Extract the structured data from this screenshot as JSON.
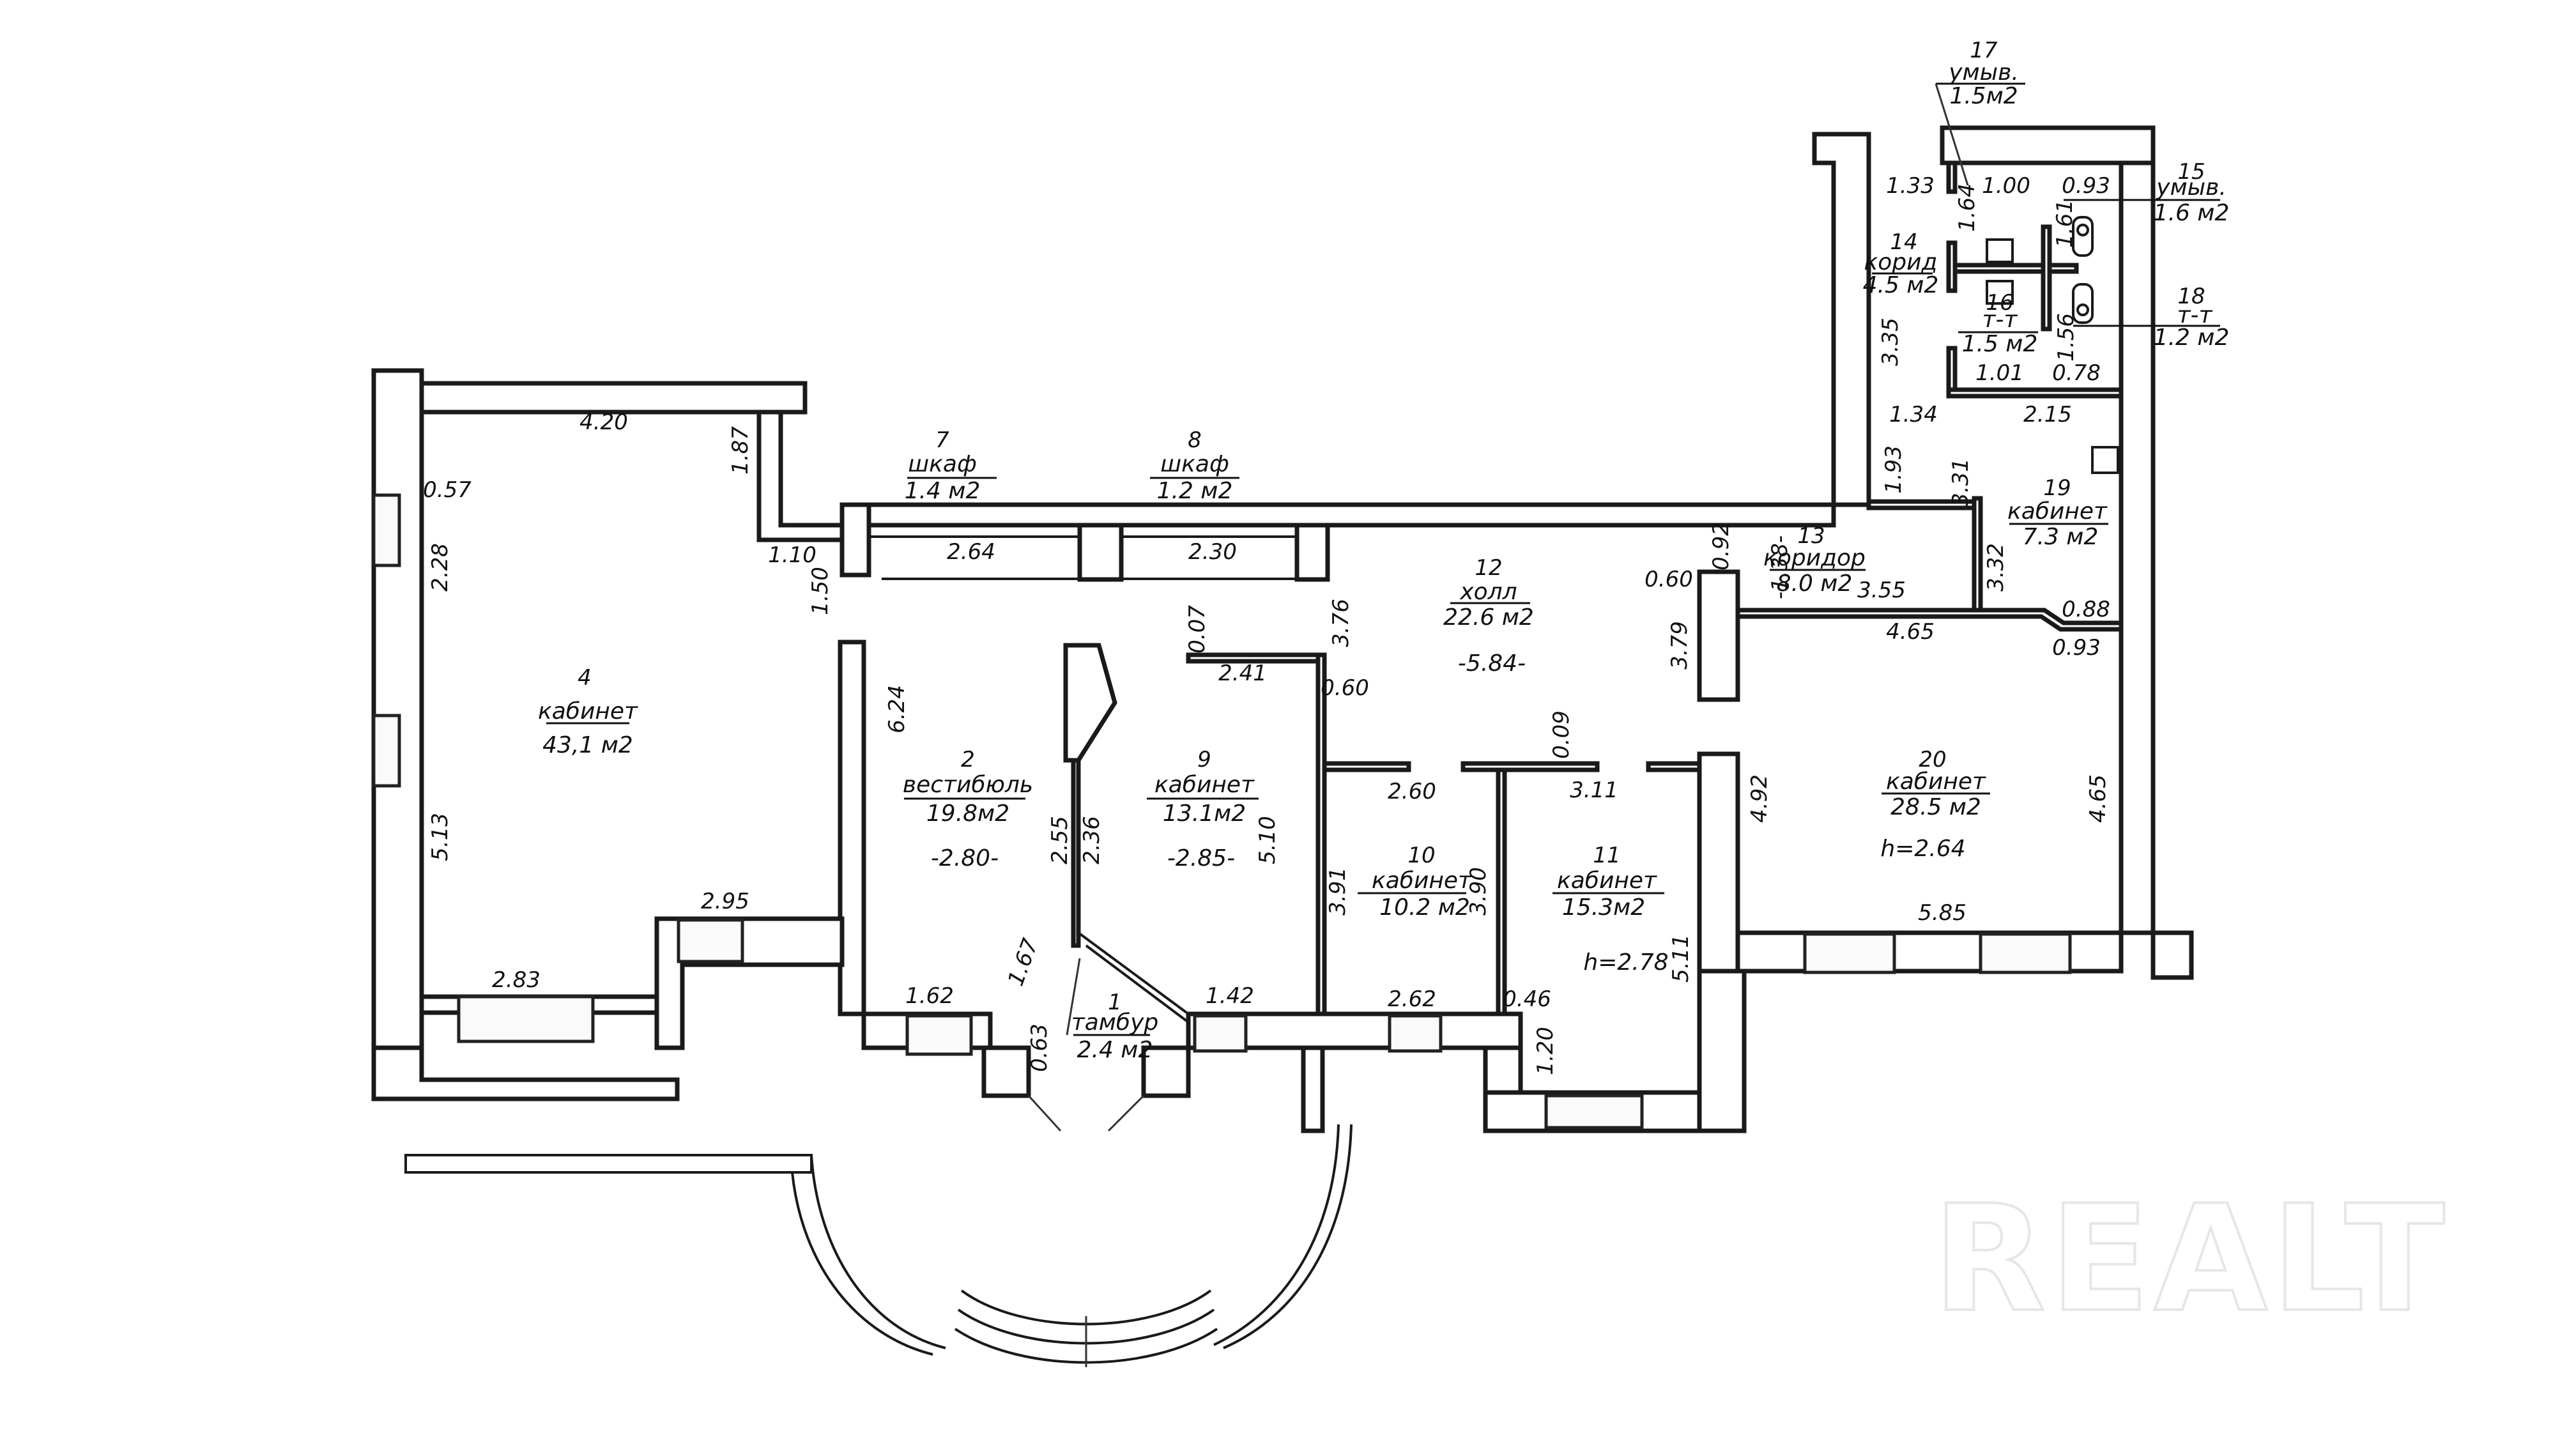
{
  "watermark": "REALT",
  "rooms": [
    {
      "id": "1",
      "name": "тамбур",
      "area": "2.4 м2"
    },
    {
      "id": "2",
      "name": "вестибюль",
      "area": "19.8м2",
      "height": "-2.80-"
    },
    {
      "id": "4",
      "name": "кабинет",
      "area": "43,1 м2"
    },
    {
      "id": "7",
      "name": "шкаф",
      "area": "1.4 м2"
    },
    {
      "id": "8",
      "name": "шкаф",
      "area": "1.2 м2"
    },
    {
      "id": "9",
      "name": "кабинет",
      "area": "13.1м2",
      "height": "-2.85-"
    },
    {
      "id": "10",
      "name": "кабинет",
      "area": "10.2 м2"
    },
    {
      "id": "11",
      "name": "кабинет",
      "area": "15.3м2",
      "height": "h=2.78"
    },
    {
      "id": "12",
      "name": "холл",
      "area": "22.6 м2",
      "height": "-5.84-"
    },
    {
      "id": "13",
      "name": "коридор",
      "area": "8.0 м2",
      "height": "-1.38-"
    },
    {
      "id": "14",
      "name": "корид",
      "area": "4.5 м2"
    },
    {
      "id": "15",
      "name": "умыв.",
      "area": "1.6 м2"
    },
    {
      "id": "16",
      "name": "т-т",
      "area": "1.5 м2"
    },
    {
      "id": "17",
      "name": "умыв.",
      "area": "1.5м2"
    },
    {
      "id": "18",
      "name": "т-т",
      "area": "1.2 м2"
    },
    {
      "id": "19",
      "name": "кабинет",
      "area": "7.3 м2"
    },
    {
      "id": "20",
      "name": "кабинет",
      "area": "28.5 м2",
      "height": "h=2.64"
    }
  ],
  "dimensions": {
    "r4_top": "4.20",
    "r4_niche": "0.57",
    "r4_left_upper": "2.28",
    "r4_left_lower": "5.13",
    "r4_bottom": "2.83",
    "r4_step": "2.95",
    "r4_right_upper": "1.87",
    "r4_jog": "1.10",
    "r4_door": "1.50",
    "r7_len": "2.64",
    "r8_len": "2.30",
    "r2_left": "6.24",
    "r2_bottom": "1.62",
    "r2_diag": "1.67",
    "r2_right": "2.55",
    "r1_side": "0.63",
    "r9_left": "2.36",
    "r9_right": "5.10",
    "r9_top": "2.41",
    "r9_stub": "0.07",
    "r9_bottom": "1.42",
    "r12_left": "3.76",
    "r12_left_wall": "0.60",
    "r12_stub": "0.09",
    "r12_right": "3.79",
    "r12_pier": "0.60",
    "r12_door": "0.92",
    "r10_top": "2.60",
    "r10_left": "3.91",
    "r10_right": "3.90",
    "r10_bottom": "2.62",
    "r11_top": "3.11",
    "r11_pier": "0.46",
    "r11_niche": "1.20",
    "r11_right": "5.11",
    "r13_len": "3.55",
    "r13_right": "3.32",
    "r19_left": "3.31",
    "r19_top_left": "1.34",
    "r19_top": "2.15",
    "r19_stub": "1.93",
    "r20_top": "4.65",
    "r20_left": "4.92",
    "r20_right": "4.65",
    "r20_bottom": "5.85",
    "r20_pier_top": "0.88",
    "r20_pier_bot": "0.93",
    "r14_top": "1.33",
    "r14_left": "3.35",
    "r15_w": "1.00",
    "r15_h": "1.64",
    "r16_w": "0.93",
    "r16_h": "1.61",
    "r17_w": "1.01",
    "r18_w": "0.78",
    "r18_h": "1.56"
  }
}
